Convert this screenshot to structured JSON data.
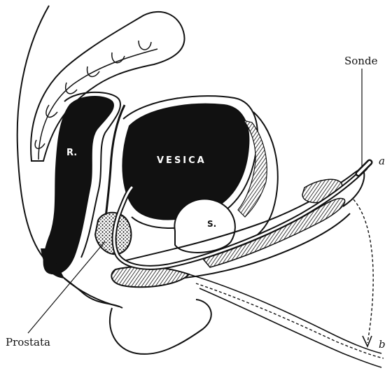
{
  "labels": {
    "rectum": "R.",
    "bladder": "VESICA",
    "seminal": "S.",
    "sonde": "Sonde",
    "prostata": "Prostata",
    "point_a": "a",
    "point_b": "b"
  },
  "colors": {
    "ink": "#111111",
    "paper": "#ffffff"
  }
}
